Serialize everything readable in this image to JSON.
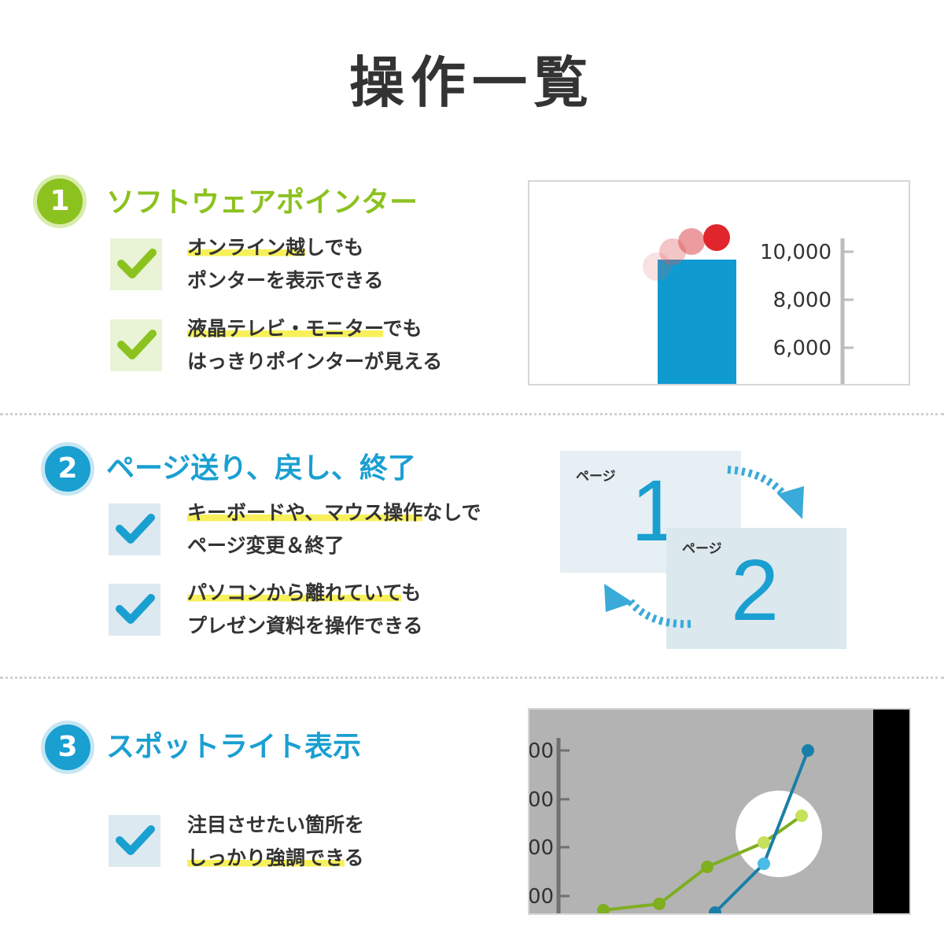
{
  "title": "操作一覧",
  "colors": {
    "green": "#8cc21f",
    "blue": "#1a9fd1",
    "highlight": "#f7f05a",
    "text": "#333333"
  },
  "sections": [
    {
      "number": "1",
      "title": "ソフトウェアポインター",
      "features": [
        {
          "highlight": "オンライン越",
          "line1_rest": "しでも",
          "line2": "ポンターを表示できる"
        },
        {
          "highlight": "液晶テレビ・モニター",
          "line1_rest": "でも",
          "line2": "はっきりポインターが見える"
        }
      ],
      "illustration": {
        "icon": "pointer-trail-icon",
        "ticks": [
          "10,000",
          "8,000",
          "6,000"
        ]
      }
    },
    {
      "number": "2",
      "title": "ページ送り、戻し、終了",
      "features": [
        {
          "highlight": "キーボードや、マウス操作",
          "line1_rest": "なしで",
          "line2": "ページ変更＆終了"
        },
        {
          "highlight": "パソコンから離れていて",
          "line1_rest": "も",
          "line2": "プレゼン資料を操作できる"
        }
      ],
      "illustration": {
        "cards": [
          {
            "label": "ページ",
            "number": "1"
          },
          {
            "label": "ページ",
            "number": "2"
          }
        ]
      }
    },
    {
      "number": "3",
      "title": "スポットライト表示",
      "features": [
        {
          "line1": "注目させたい箇所を",
          "highlight": "しっかり強調でき",
          "line2_rest": "る"
        }
      ],
      "illustration": {
        "cut_labels": [
          "00",
          "00",
          "00",
          "00"
        ]
      }
    }
  ]
}
